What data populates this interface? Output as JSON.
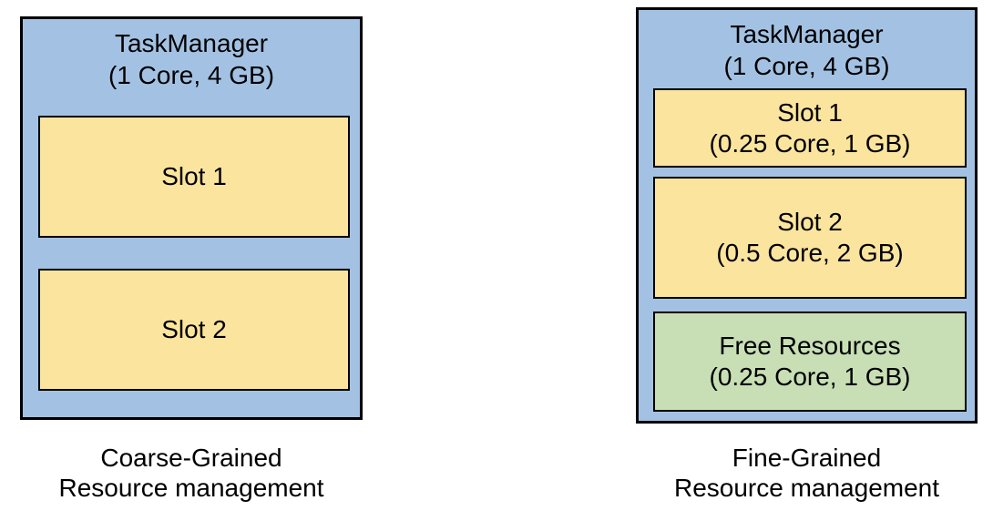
{
  "colors": {
    "container_fill": "#A3C2E3",
    "slot_fill": "#FBE59E",
    "free_fill": "#C8DFB5",
    "border": "#000000",
    "text": "#000000",
    "background": "#FFFFFF"
  },
  "diagrams": [
    {
      "id": "coarse-grained",
      "title_line1": "TaskManager",
      "title_line2": "(1 Core, 4 GB)",
      "blocks": [
        {
          "kind": "slot",
          "line1": "Slot 1",
          "line2": ""
        },
        {
          "kind": "slot",
          "line1": "Slot 2",
          "line2": ""
        }
      ],
      "caption_line1": "Coarse-Grained",
      "caption_line2": "Resource management"
    },
    {
      "id": "fine-grained",
      "title_line1": "TaskManager",
      "title_line2": "(1 Core, 4 GB)",
      "blocks": [
        {
          "kind": "slot",
          "line1": "Slot 1",
          "line2": "(0.25 Core, 1 GB)"
        },
        {
          "kind": "slot",
          "line1": "Slot 2",
          "line2": "(0.5 Core, 2 GB)"
        },
        {
          "kind": "free",
          "line1": "Free Resources",
          "line2": "(0.25 Core, 1 GB)"
        }
      ],
      "caption_line1": "Fine-Grained",
      "caption_line2": "Resource management"
    }
  ]
}
